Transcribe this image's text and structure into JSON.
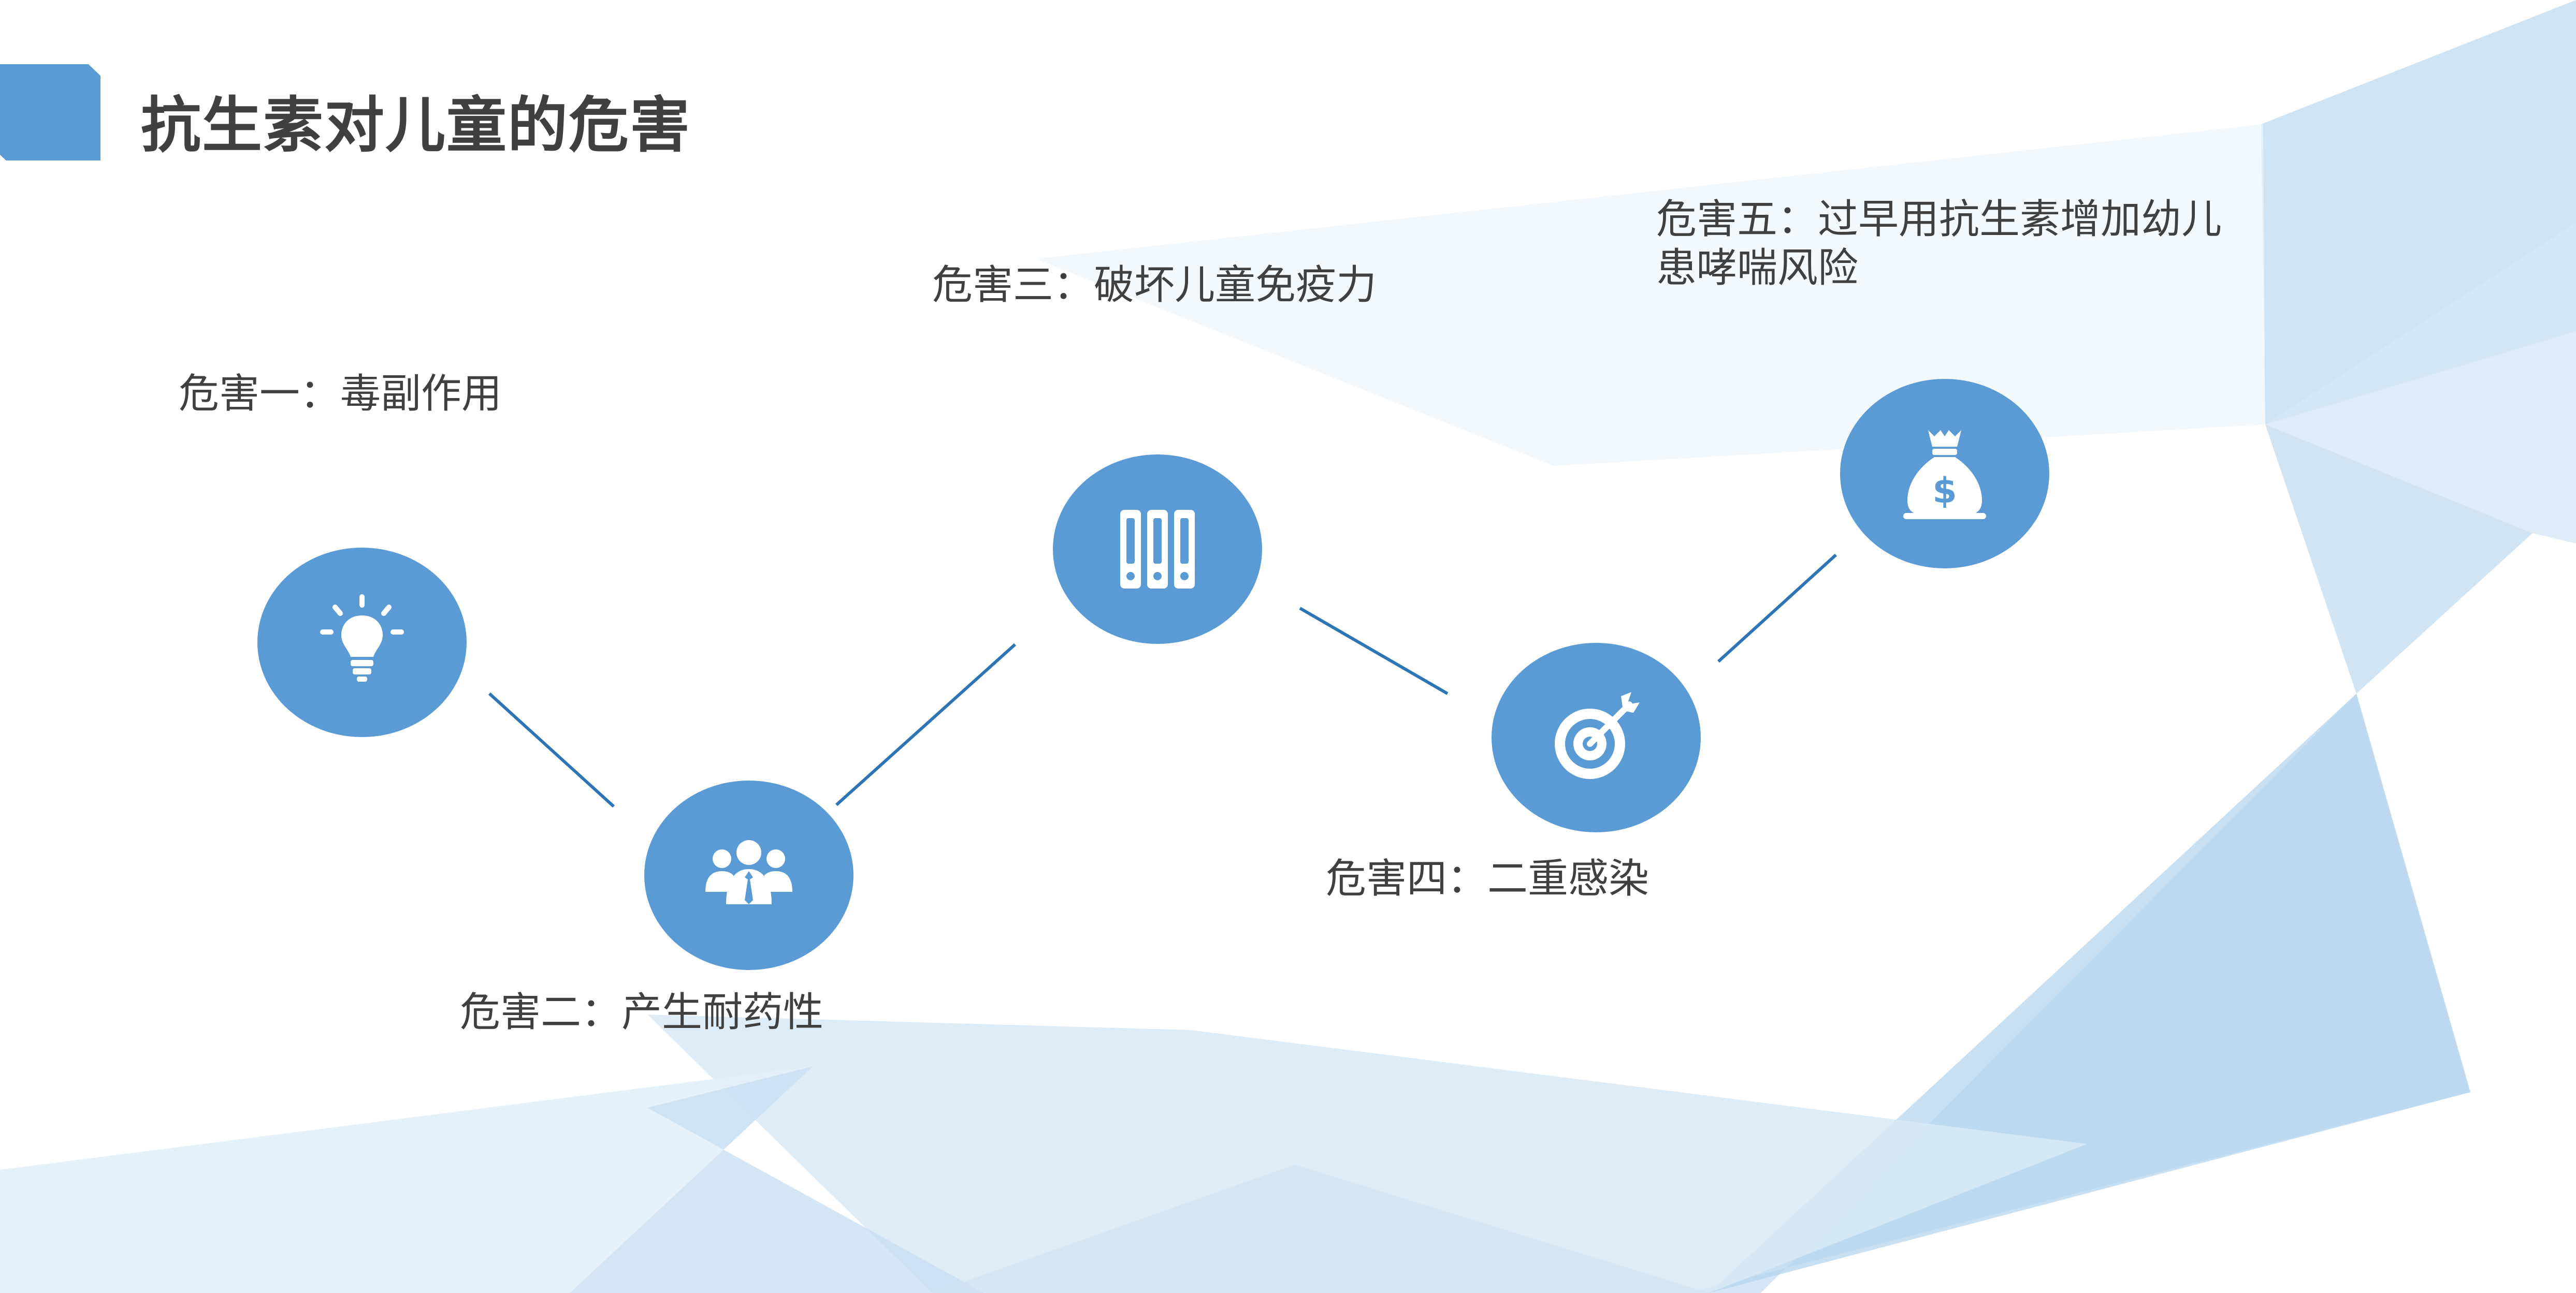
{
  "title": "抗生素对儿童的危害",
  "colors": {
    "accent": "#5b9bd5",
    "connector": "#2e75b6",
    "text": "#404040"
  },
  "hazards": [
    {
      "label": "危害一：毒副作用",
      "icon": "lightbulb-icon"
    },
    {
      "label": "危害二：产生耐药性",
      "icon": "team-icon"
    },
    {
      "label": "危害三：破坏儿童免疫力",
      "icon": "binders-icon"
    },
    {
      "label": "危害四：二重感染",
      "icon": "target-icon"
    },
    {
      "label": "危害五：过早用抗生素增加幼儿患哮喘风险",
      "icon": "money-bag-icon"
    }
  ]
}
